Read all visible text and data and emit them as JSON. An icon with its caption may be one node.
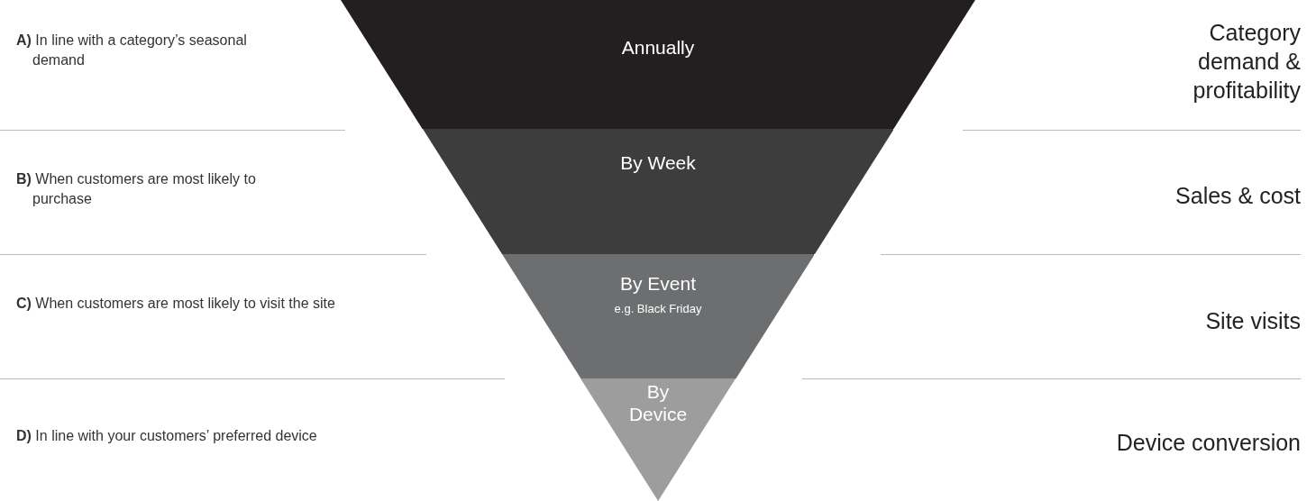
{
  "diagram": {
    "nodes": [
      {
        "text": [
          "Annually"
        ]
      },
      {
        "text": [
          "By Week"
        ]
      },
      {
        "text": [
          "By Event",
          "e.g. Black Friday"
        ]
      },
      {
        "text": [
          "By Device"
        ]
      }
    ],
    "labels": [
      "**A)** In line with a category’s seasonal demand",
      "Category demand & profitability",
      "**B)** When customers are most likely to purchase",
      "Sales & cost",
      "**C)** When customers are most likely to visit the site",
      "Site visits",
      "**D)** In line with your customers’ preferred device",
      "Device conversion"
    ]
  }
}
